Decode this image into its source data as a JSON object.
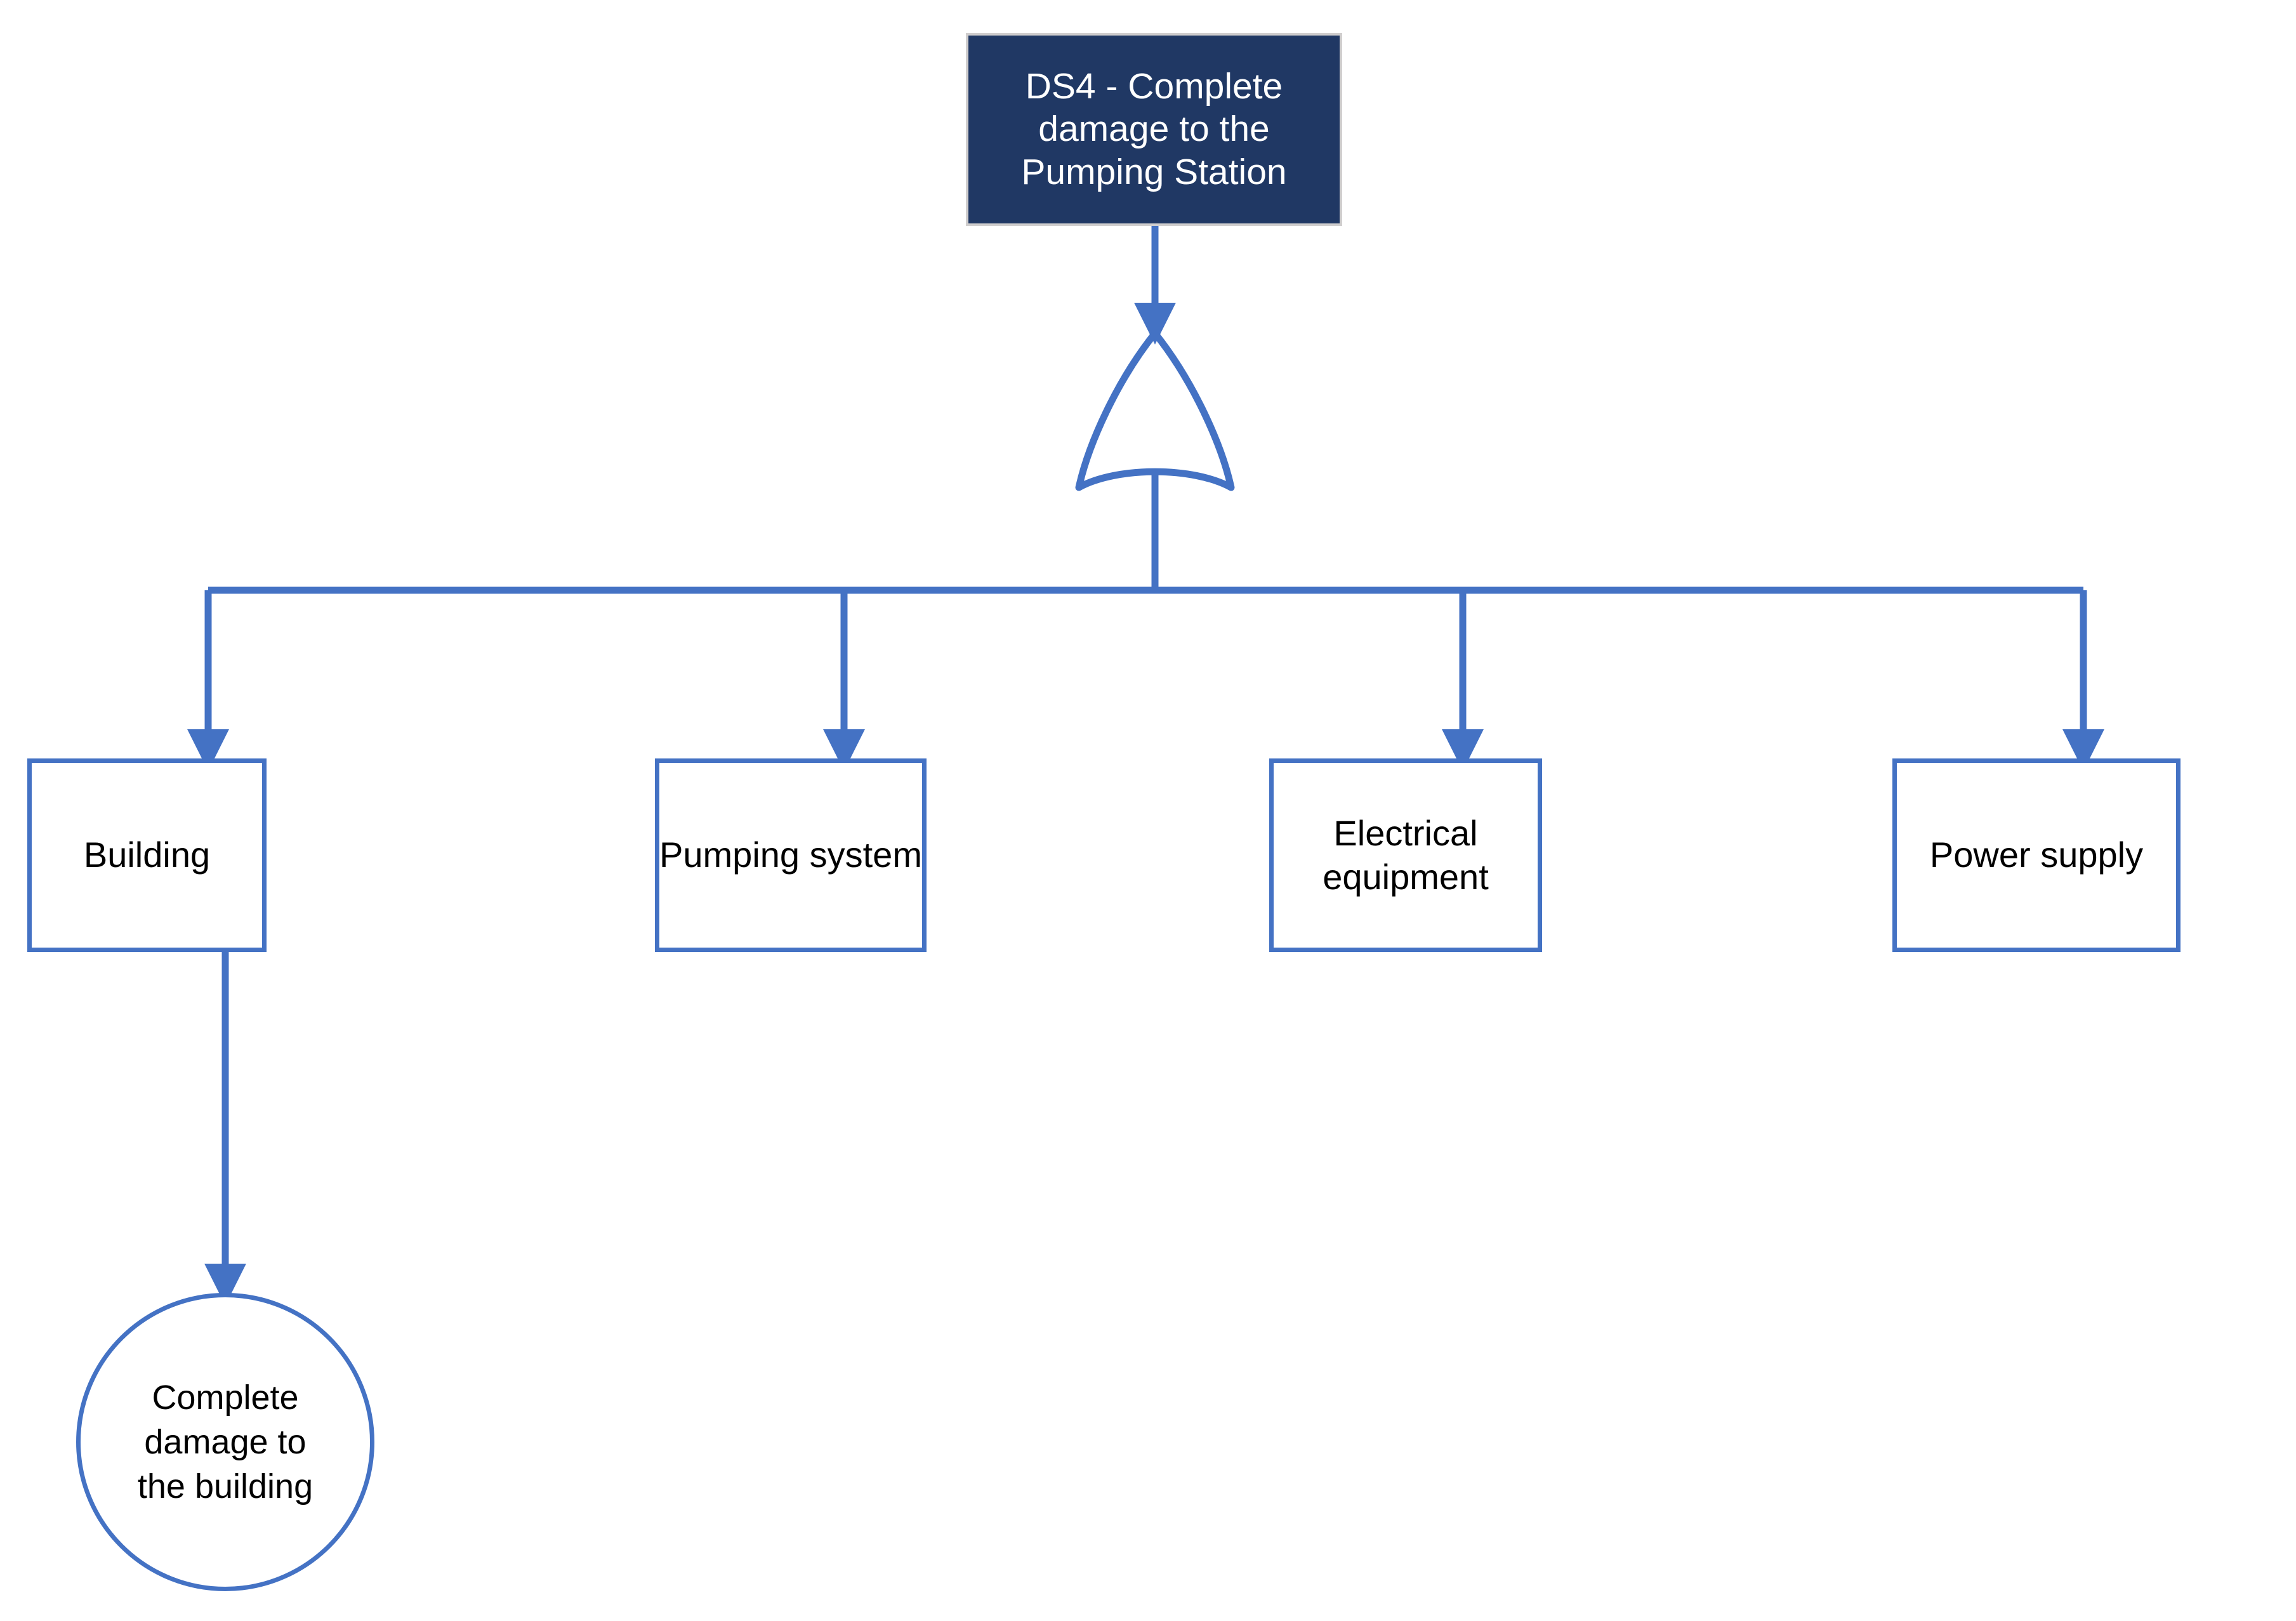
{
  "diagram": {
    "type": "fault-tree",
    "title": "Fault tree for complete damage to the Pumping Station",
    "colors": {
      "top_event_fill": "#203864",
      "top_event_border": "#D0CECE",
      "top_event_text": "#FFFFFF",
      "connector": "#4472C4",
      "node_border": "#4472C4",
      "node_fill": "#FFFFFF",
      "node_text": "#000000",
      "background": "#FFFFFF"
    }
  },
  "top_event": {
    "id": "DS4",
    "label": "DS4 - Complete damage to  the Pumping Station"
  },
  "gate": {
    "type": "OR",
    "name": "or-gate",
    "label": ""
  },
  "intermediate_events": [
    {
      "id": "building",
      "label": "Building"
    },
    {
      "id": "pumping",
      "label": "Pumping system"
    },
    {
      "id": "electrical",
      "label": "Electrical\nequipment"
    },
    {
      "id": "power",
      "label": "Power supply"
    }
  ],
  "basic_events": [
    {
      "id": "building-complete-damage",
      "parent": "building",
      "label": "Complete\ndamage to\nthe building"
    }
  ],
  "edges": [
    {
      "from": "DS4",
      "to": "or-gate",
      "arrow": true
    },
    {
      "from": "or-gate",
      "to": "building",
      "arrow": true
    },
    {
      "from": "or-gate",
      "to": "pumping",
      "arrow": true
    },
    {
      "from": "or-gate",
      "to": "electrical",
      "arrow": true
    },
    {
      "from": "or-gate",
      "to": "power",
      "arrow": true
    },
    {
      "from": "building",
      "to": "building-complete-damage",
      "arrow": true
    }
  ]
}
